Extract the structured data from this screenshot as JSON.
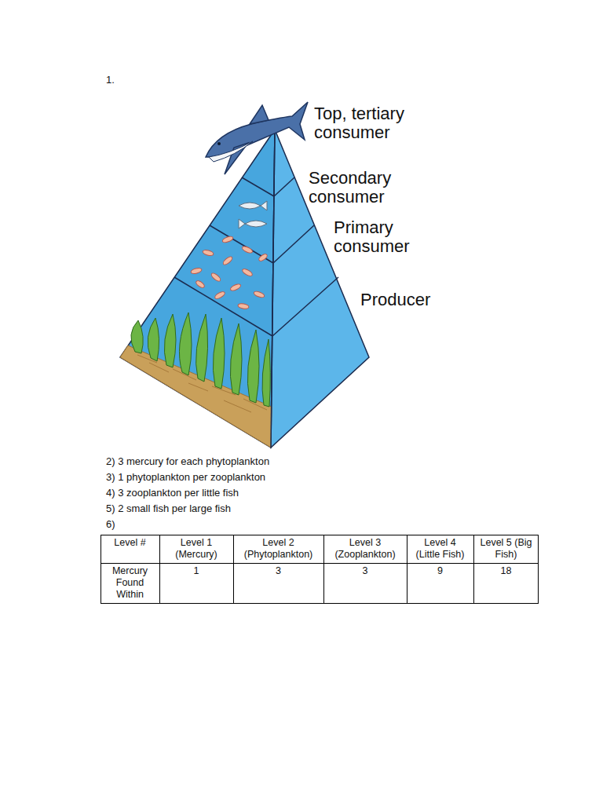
{
  "diagram": {
    "labels": [
      "1.",
      "Top, tertiary consumer",
      "Secondary consumer",
      "Primary consumer",
      "Producer",
      "2) 3 mercury for each phytoplankton",
      "3) 1 phytoplankton per zooplankton",
      "4) 3 zooplankton per little fish",
      "5) 2 small fish per large fish",
      "6)",
      "Level #",
      "Level 1 (Mercury)",
      "Level 2 (Phytoplankton)",
      "Level 3 (Zooplankton)",
      "Level 4 (Little Fish)",
      "Level 5 (Big Fish)",
      "Mercury Found Within",
      "1",
      "3",
      "3",
      "9",
      "18"
    ]
  }
}
